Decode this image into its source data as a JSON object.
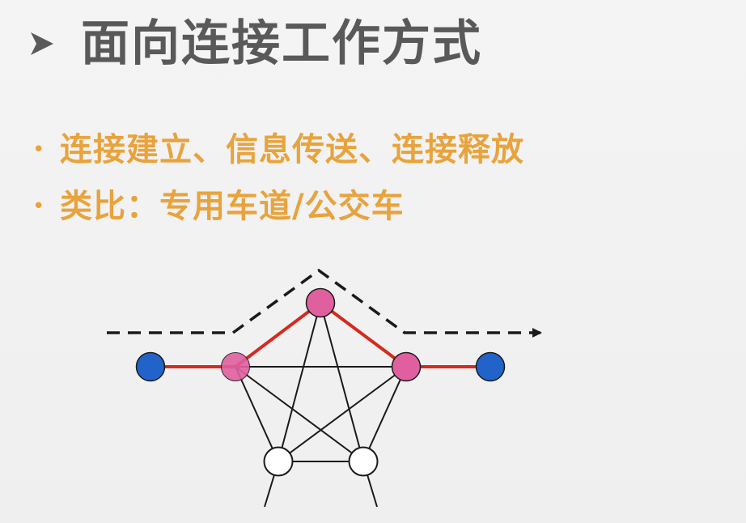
{
  "slide": {
    "title": "面向连接工作方式",
    "bullets": [
      "连接建立、信息传送、连接释放",
      "类比：专用车道/公交车"
    ]
  },
  "colors": {
    "title": "#595959",
    "bullet": "#e8a33c",
    "path_line": "#d42a1f",
    "network_line": "#1a1a1a",
    "end_node": "#2163c8",
    "relay_node": "#e0609f",
    "idle_node": "#ffffff"
  },
  "icons": {
    "title_marker": "arrowhead-bullet-icon",
    "bullet_marker": "dot-bullet-icon"
  },
  "network": {
    "end_nodes": [
      "source-host",
      "destination-host"
    ],
    "path_nodes": [
      "left-switch",
      "top-switch",
      "right-switch"
    ],
    "idle_nodes": [
      "bottom-left-switch",
      "bottom-right-switch"
    ],
    "connection_path": "dashed-arrow-left-to-right"
  }
}
